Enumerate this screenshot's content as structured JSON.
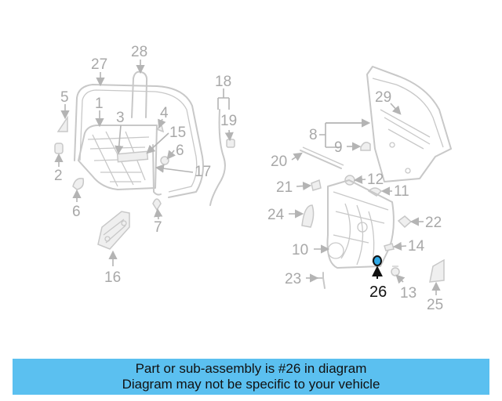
{
  "diagram": {
    "callouts": [
      "27",
      "28",
      "5",
      "1",
      "3",
      "4",
      "15",
      "6",
      "2",
      "17",
      "6",
      "7",
      "16",
      "18",
      "19",
      "29",
      "8",
      "9",
      "20",
      "12",
      "21",
      "11",
      "24",
      "22",
      "14",
      "10",
      "23",
      "26",
      "13",
      "25"
    ],
    "highlighted": "26",
    "highlight_color": "#2ea8e6"
  },
  "banner": {
    "line1": "Part or sub-assembly is #26 in diagram",
    "line2": "Diagram may not be specific to your vehicle",
    "background": "#5bc0f0"
  }
}
